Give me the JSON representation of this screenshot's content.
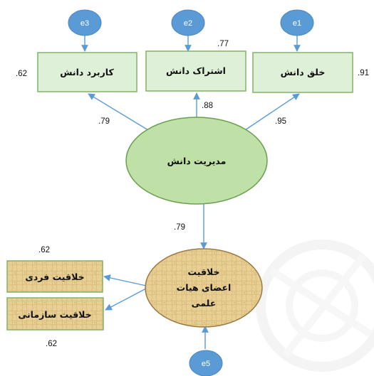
{
  "error_terms": {
    "e1": "e1",
    "e2": "e2",
    "e3": "e3",
    "e5": "e5"
  },
  "nodes": {
    "knowledge_creation": "خلق دانش",
    "knowledge_sharing": "اشتراک دانش",
    "knowledge_application": "کاربرد دانش",
    "knowledge_management": "مدیریت دانش",
    "creativity_line1": "خلاقیت",
    "creativity_line2": "اعضای هیات",
    "creativity_line3": "علمی",
    "individual_creativity": "خلاقیت فردی",
    "organizational_creativity": "خلاقیت سازمانی"
  },
  "coefficients": {
    "r2_creation": ".91",
    "r2_sharing": ".77",
    "r2_application": ".62",
    "path_creation": ".95",
    "path_sharing": ".88",
    "path_application": ".79",
    "path_km_creativity": ".79",
    "r2_individual": ".62",
    "r2_organizational": ".62"
  },
  "colors": {
    "error_fill": "#5b9bd5",
    "box_fill": "#dff0d8",
    "box_border": "#82b366",
    "ellipse_fill": "#bfe0a6",
    "ellipse_border": "#6a9f4f",
    "texture_fill": "#e8cf93",
    "texture_border": "#9c7a45",
    "arrow": "#5b9bd5"
  }
}
